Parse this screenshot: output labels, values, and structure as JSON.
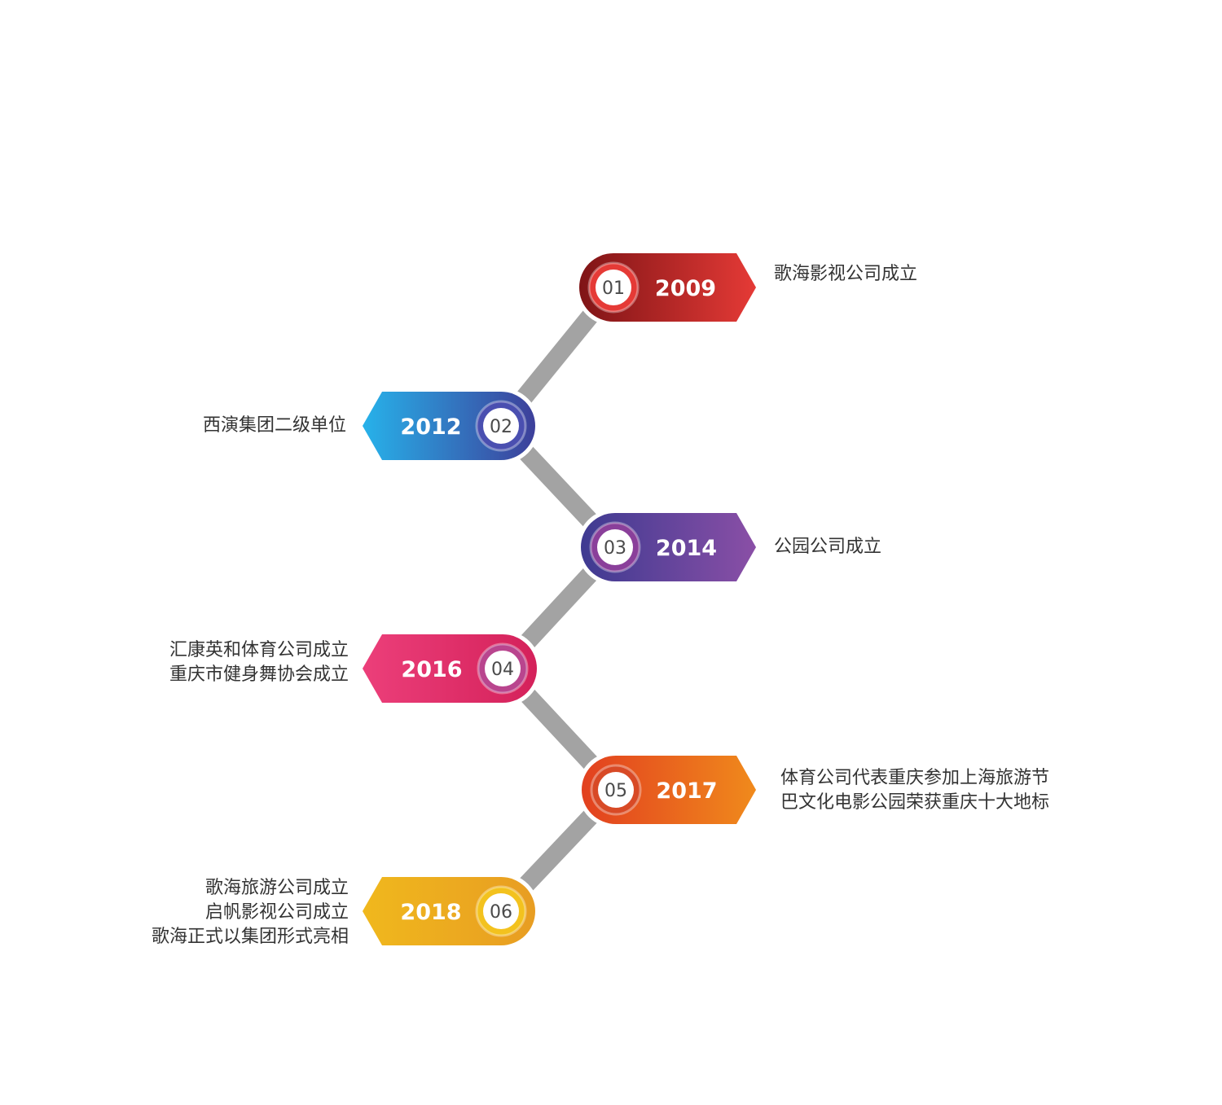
{
  "milestones": [
    {
      "number": "01",
      "year": "2009",
      "lines": [
        "歌海影视公司成立"
      ],
      "colors": [
        "#7f1416",
        "#e53a36"
      ],
      "ring": "#e53a36"
    },
    {
      "number": "02",
      "year": "2012",
      "lines": [
        "西演集团二级单位"
      ],
      "colors": [
        "#27b2ea",
        "#3d3f9a"
      ],
      "ring": "#4a4fb0"
    },
    {
      "number": "03",
      "year": "2014",
      "lines": [
        "公园公司成立"
      ],
      "colors": [
        "#3e3a91",
        "#8a4fa6"
      ],
      "ring": "#8a3f9a"
    },
    {
      "number": "04",
      "year": "2016",
      "lines": [
        "汇康英和体育公司成立",
        "重庆市健身舞协会成立"
      ],
      "colors": [
        "#ec3f7a",
        "#d4215a"
      ],
      "ring": "#b9458e"
    },
    {
      "number": "05",
      "year": "2017",
      "lines": [
        "体育公司代表重庆参加上海旅游节",
        "巴文化电影公园荣获重庆十大地标"
      ],
      "colors": [
        "#e2401f",
        "#f08a1c"
      ],
      "ring": "#d84a26"
    },
    {
      "number": "06",
      "year": "2018",
      "lines": [
        "歌海旅游公司成立",
        "启帆影视公司成立",
        "歌海正式以集团形式亮相"
      ],
      "colors": [
        "#f0b81d",
        "#e89d22"
      ],
      "ring": "#f3c21e"
    }
  ]
}
